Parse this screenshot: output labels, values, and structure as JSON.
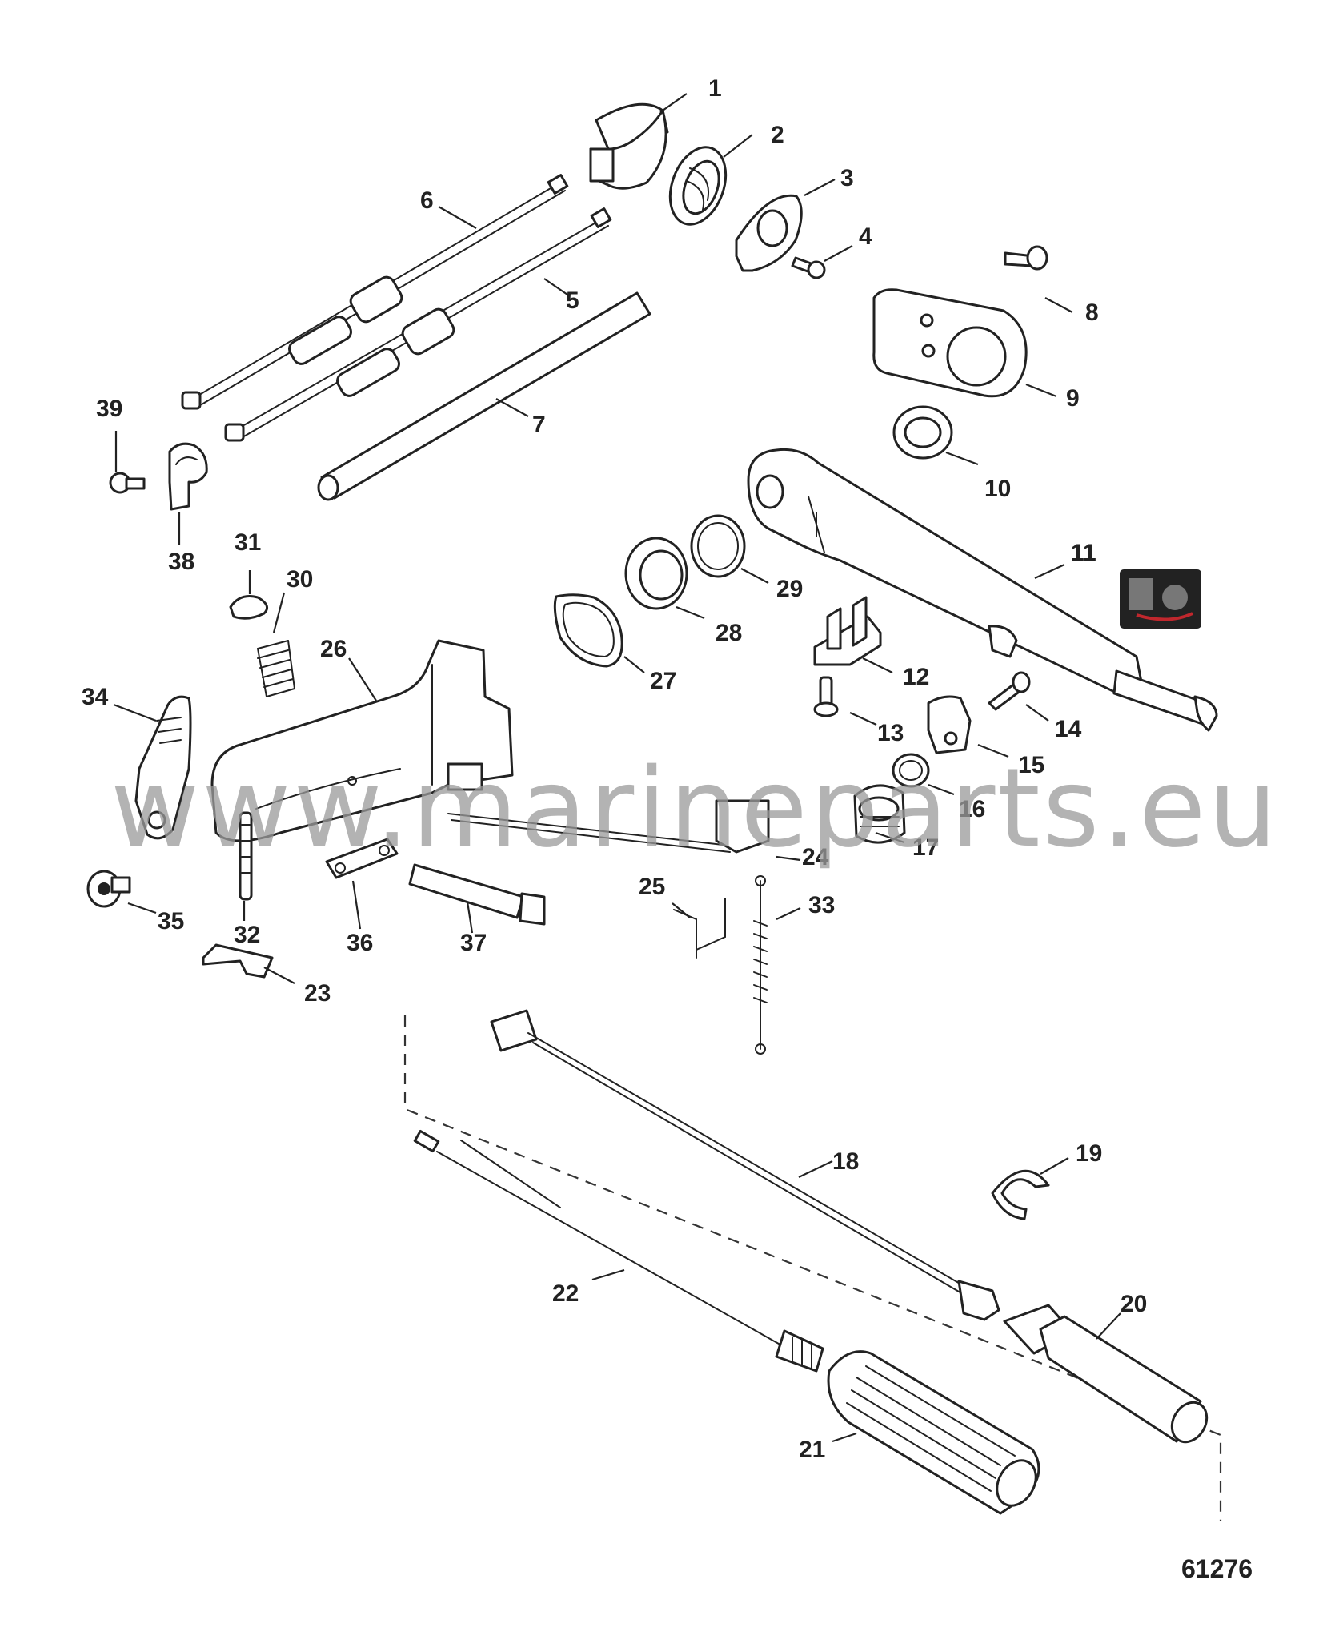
{
  "diagram": {
    "figure_number": "61276",
    "watermark": "www.marineparts.eu",
    "callouts": {
      "c1": "1",
      "c2": "2",
      "c3": "3",
      "c4": "4",
      "c5": "5",
      "c6": "6",
      "c7": "7",
      "c8": "8",
      "c9": "9",
      "c10": "10",
      "c11": "11",
      "c12": "12",
      "c13": "13",
      "c14": "14",
      "c15": "15",
      "c16": "16",
      "c17": "17",
      "c18": "18",
      "c19": "19",
      "c20": "20",
      "c21": "21",
      "c22": "22",
      "c23": "23",
      "c24": "24",
      "c25": "25",
      "c26": "26",
      "c27": "27",
      "c28": "28",
      "c29": "29",
      "c30": "30",
      "c31": "31",
      "c32": "32",
      "c33": "33",
      "c34": "34",
      "c35": "35",
      "c36": "36",
      "c37": "37",
      "c38": "38",
      "c39": "39"
    }
  }
}
